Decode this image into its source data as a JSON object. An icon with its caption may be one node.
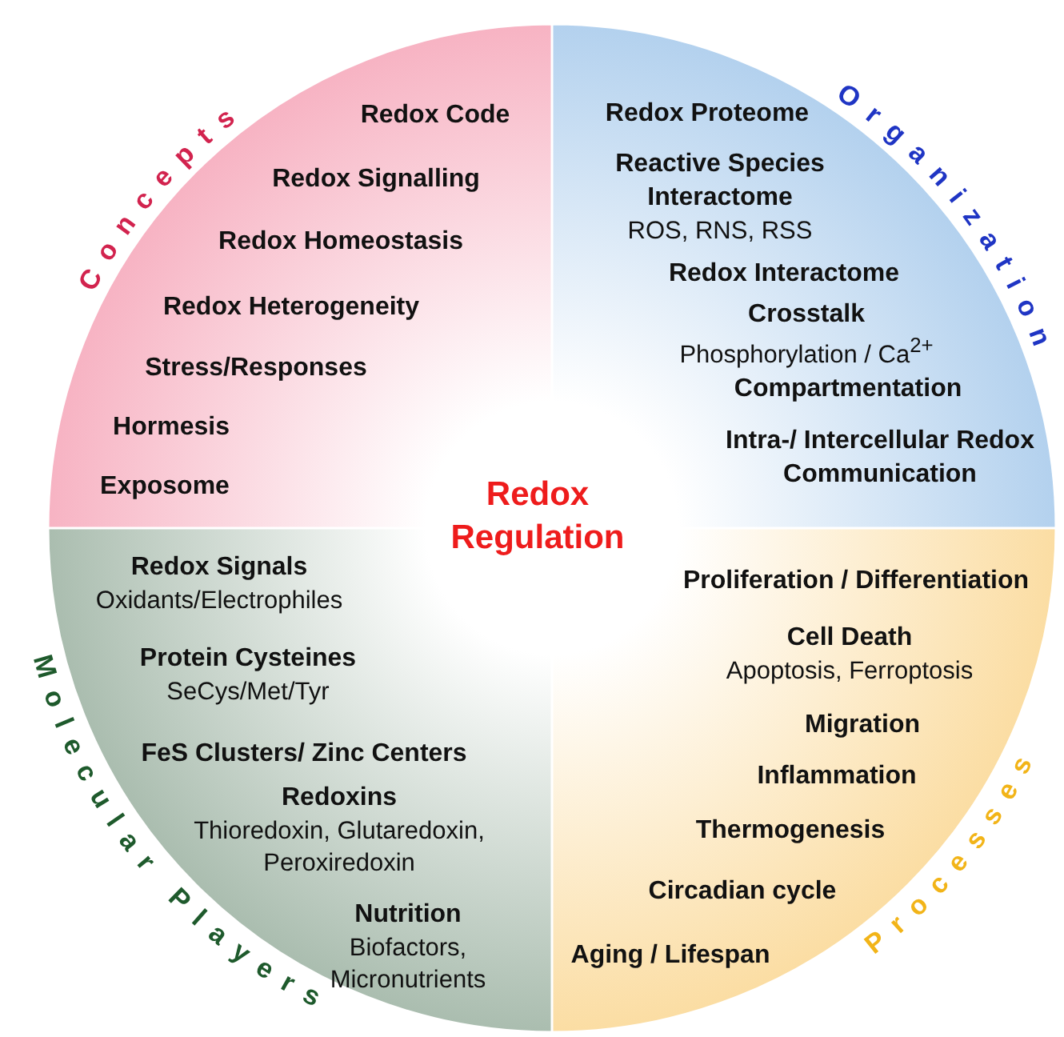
{
  "diagram": {
    "nodes": [
      {
        "text": [
          "Concepts"
        ]
      },
      {
        "text": [
          "Redox Code"
        ],
        "in": 0
      },
      {
        "text": [
          "Redox Signalling"
        ],
        "in": 0
      },
      {
        "text": [
          "Redox Homeostasis"
        ],
        "in": 0
      },
      {
        "text": [
          "Redox Heterogeneity"
        ],
        "in": 0
      },
      {
        "text": [
          "Stress/Responses"
        ],
        "in": 0
      },
      {
        "text": [
          "Hormesis"
        ],
        "in": 0
      },
      {
        "text": [
          "Exposome"
        ],
        "in": 0
      },
      {
        "text": [
          "Organization"
        ]
      },
      {
        "text": [
          "Redox Proteome"
        ],
        "in": 8
      },
      {
        "text": [
          "Reactive Species Interactome",
          "ROS, RNS, RSS"
        ],
        "in": 8
      },
      {
        "text": [
          "Redox Interactome"
        ],
        "in": 8
      },
      {
        "text": [
          "Crosstalk",
          "Phosphorylation / Ca$^{2+}$"
        ],
        "in": 8
      },
      {
        "text": [
          "Compartmentation"
        ],
        "in": 8
      },
      {
        "text": [
          "Intra-/ Intercellular Redox Communication"
        ],
        "in": 8
      },
      {
        "text": [
          "Redox Regulation"
        ]
      },
      {
        "text": [
          "Molecular Players"
        ]
      },
      {
        "text": [
          "Redox Signals",
          "Oxidants/Electrophiles"
        ],
        "in": 16
      },
      {
        "text": [
          "Protein Cysteines",
          "SeCys/Met/Tyr"
        ],
        "in": 16
      },
      {
        "text": [
          "FeS Clusters/ Zinc Centers"
        ],
        "in": 16
      },
      {
        "text": [
          "Redoxins",
          "Thioredoxin, Glutaredoxin, Peroxiredoxin"
        ],
        "in": 16
      },
      {
        "text": [
          "Nutrition",
          "Biofactors, Micronutrients"
        ],
        "in": 16
      },
      {
        "text": [
          "Processes"
        ]
      },
      {
        "text": [
          "Proliferation / Differentiation"
        ],
        "in": 22
      },
      {
        "text": [
          "Cell Death",
          "Apoptosis, Ferroptosis"
        ],
        "in": 22
      },
      {
        "text": [
          "Migration"
        ],
        "in": 22
      },
      {
        "text": [
          "Inflammation"
        ],
        "in": 22
      },
      {
        "text": [
          "Thermogenesis"
        ],
        "in": 22
      },
      {
        "text": [
          "Circadian cycle"
        ],
        "in": 22
      },
      {
        "text": [
          "Aging / Lifespan"
        ],
        "in": 22
      }
    ]
  }
}
